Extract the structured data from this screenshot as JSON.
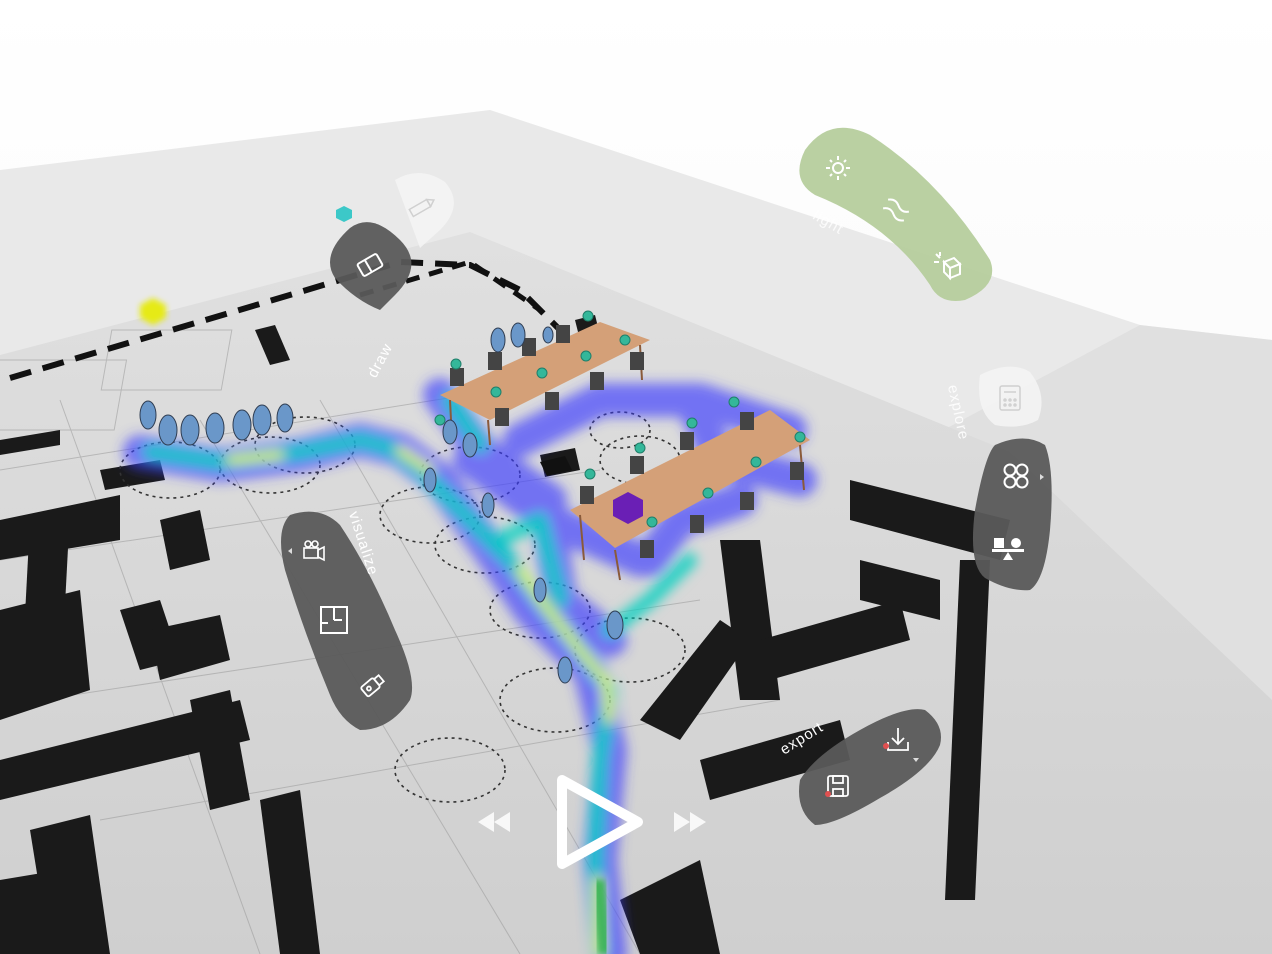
{
  "menus": {
    "draw": {
      "label": "draw",
      "items": [
        "eraser-icon",
        "pencil-icon"
      ]
    },
    "lighting": {
      "label": "light",
      "items": [
        "sun-icon",
        "airflow-icon",
        "sparkle-cube-icon"
      ]
    },
    "explore": {
      "label": "explore",
      "items": [
        "calculator-icon",
        "grid-circles-icon",
        "seesaw-icon"
      ]
    },
    "visualize": {
      "label": "visualize",
      "items": [
        "video-camera-icon",
        "floor-plan-icon",
        "usb-drive-icon"
      ]
    },
    "export": {
      "label": "export",
      "items": [
        "save-icon",
        "download-icon"
      ]
    }
  },
  "playback": {
    "items": [
      "rewind-icon",
      "play-icon",
      "fast-forward-icon"
    ]
  },
  "colors": {
    "heat_low": "#3b3bff",
    "heat_mid": "#00d0c0",
    "heat_high": "#f2ff2a",
    "table": "#d4a078",
    "agent_marker": "#34b79a",
    "goal_marker": "#6a1fb5",
    "menu_dark": "#5a5a5a",
    "menu_green": "#b4cc9a",
    "yellow_marker": "#e6ea12",
    "teal_marker": "#3cc8c8"
  }
}
